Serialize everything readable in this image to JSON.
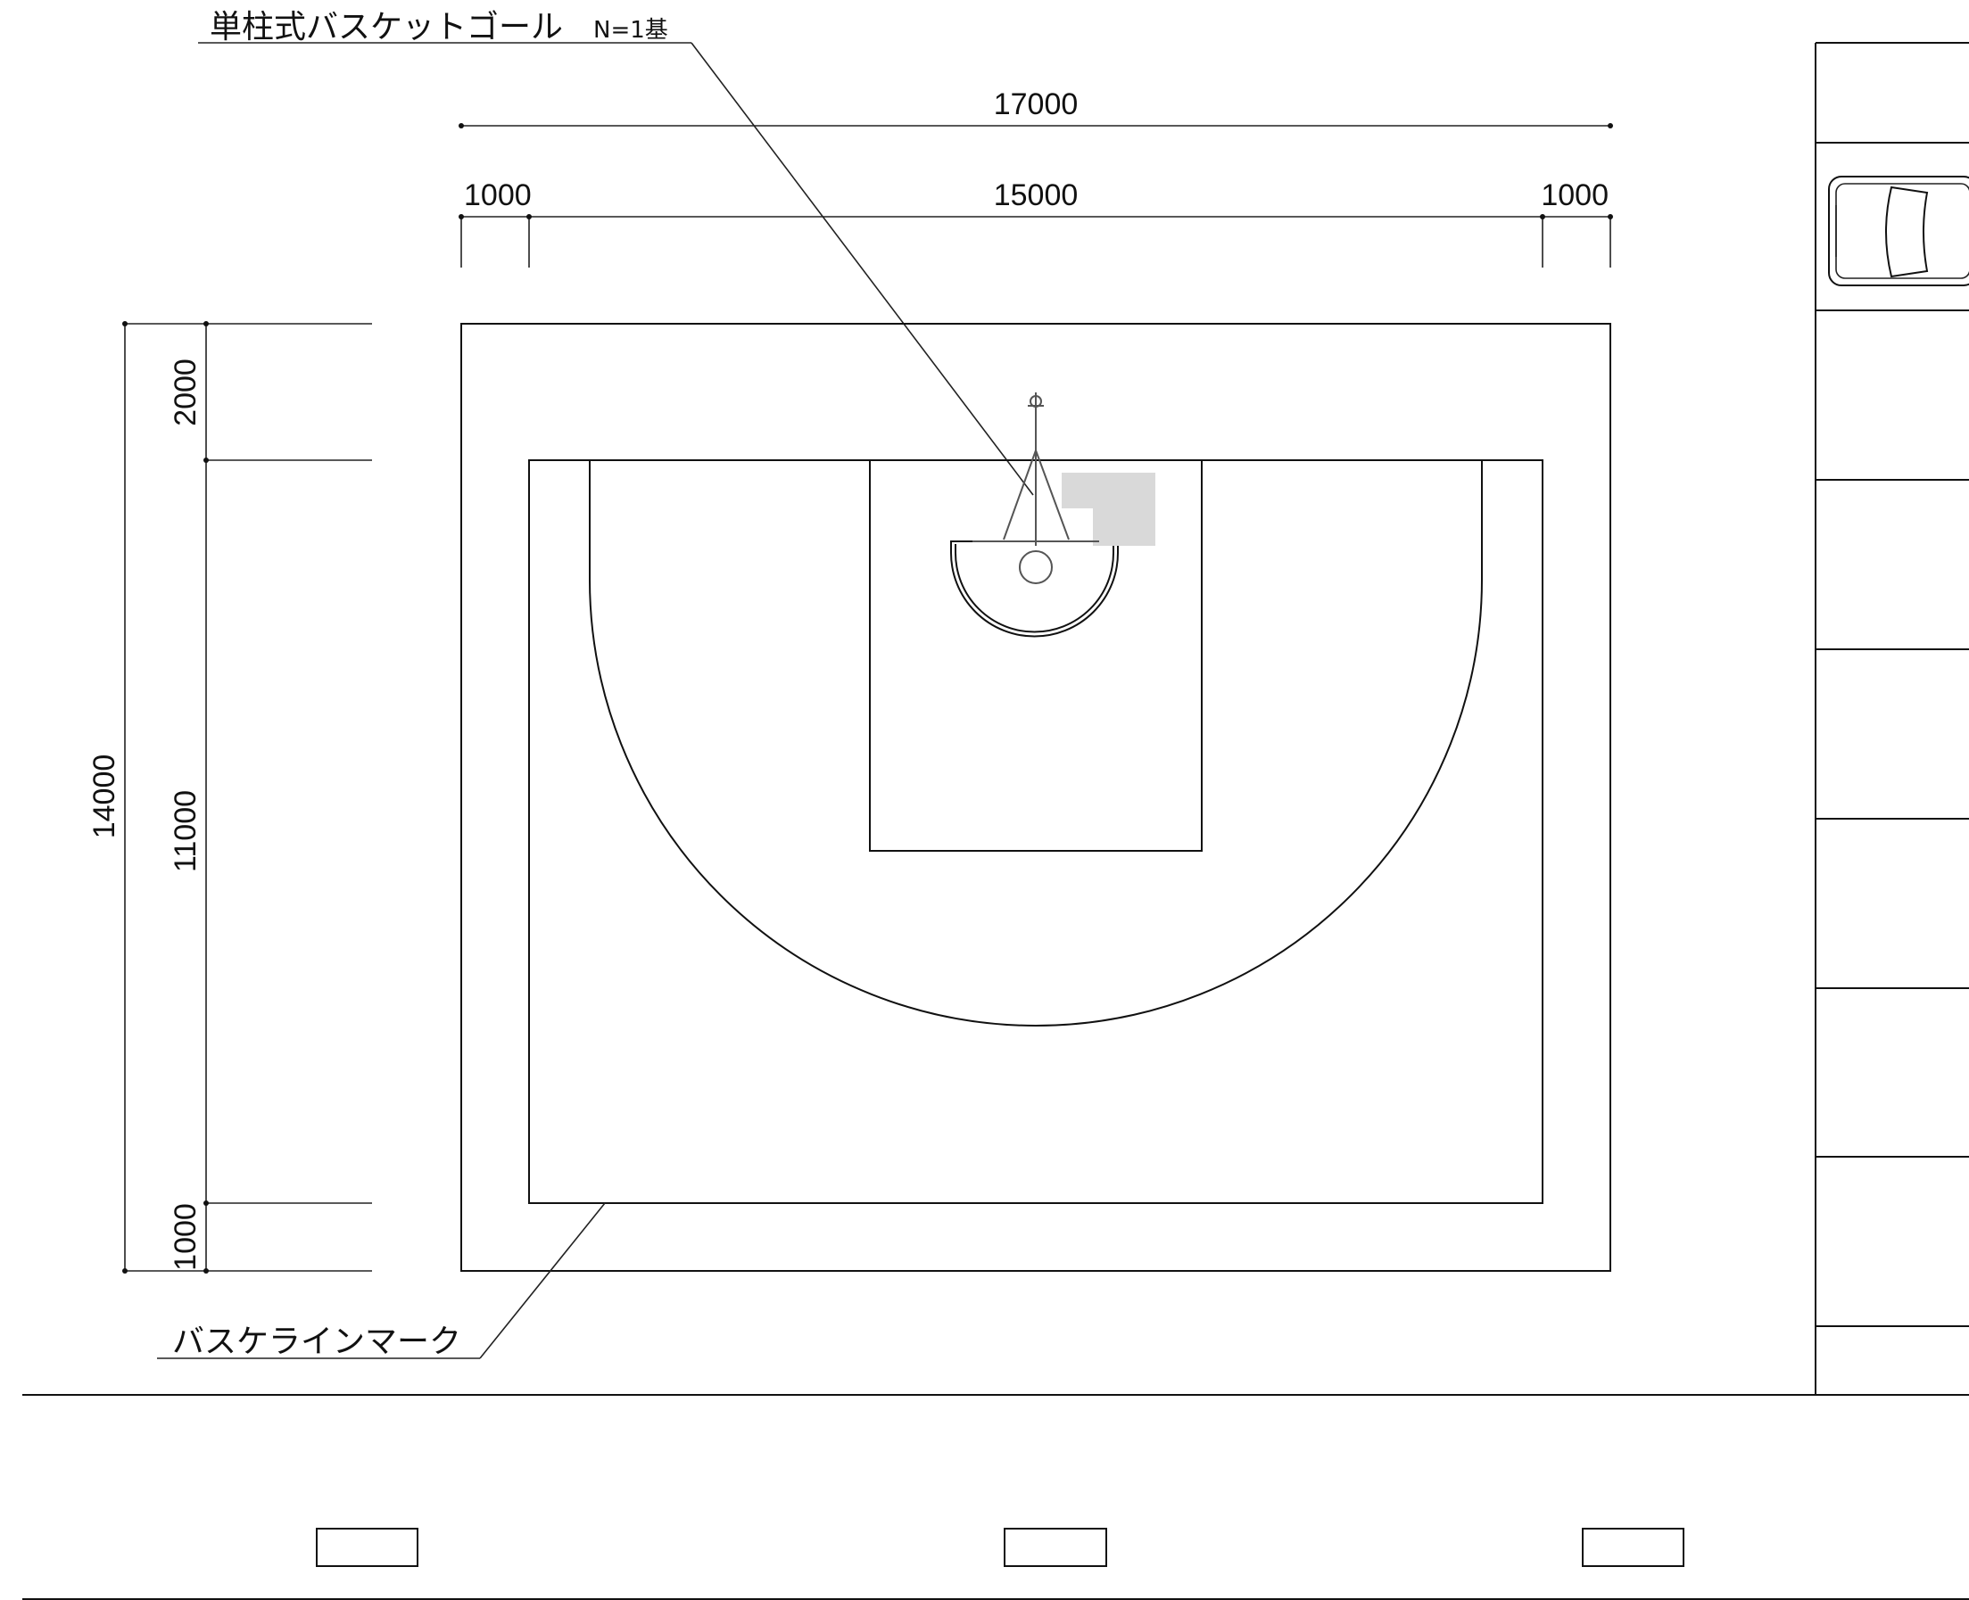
{
  "labels": {
    "goal_callout": "単柱式バスケットゴール",
    "goal_quantity": "N=1基",
    "lineMark_callout": "バスケラインマーク"
  },
  "dimensions": {
    "overall_width": "17000",
    "left_margin": "1000",
    "court_width": "15000",
    "right_margin": "1000",
    "overall_depth": "14000",
    "top_margin": "2000",
    "court_depth": "11000",
    "bottom_margin": "1000"
  },
  "colors": {
    "line": "#111111",
    "ghost": "#d9d9d9"
  }
}
